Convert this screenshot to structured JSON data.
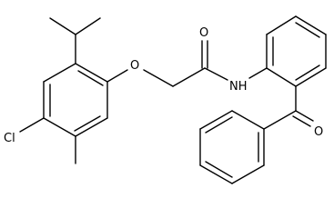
{
  "atoms": {
    "oxygen_ether": "O",
    "oxygen_amide": "O",
    "nitrogen": "NH",
    "chlorine": "Cl",
    "oxygen_ketone": "O"
  }
}
